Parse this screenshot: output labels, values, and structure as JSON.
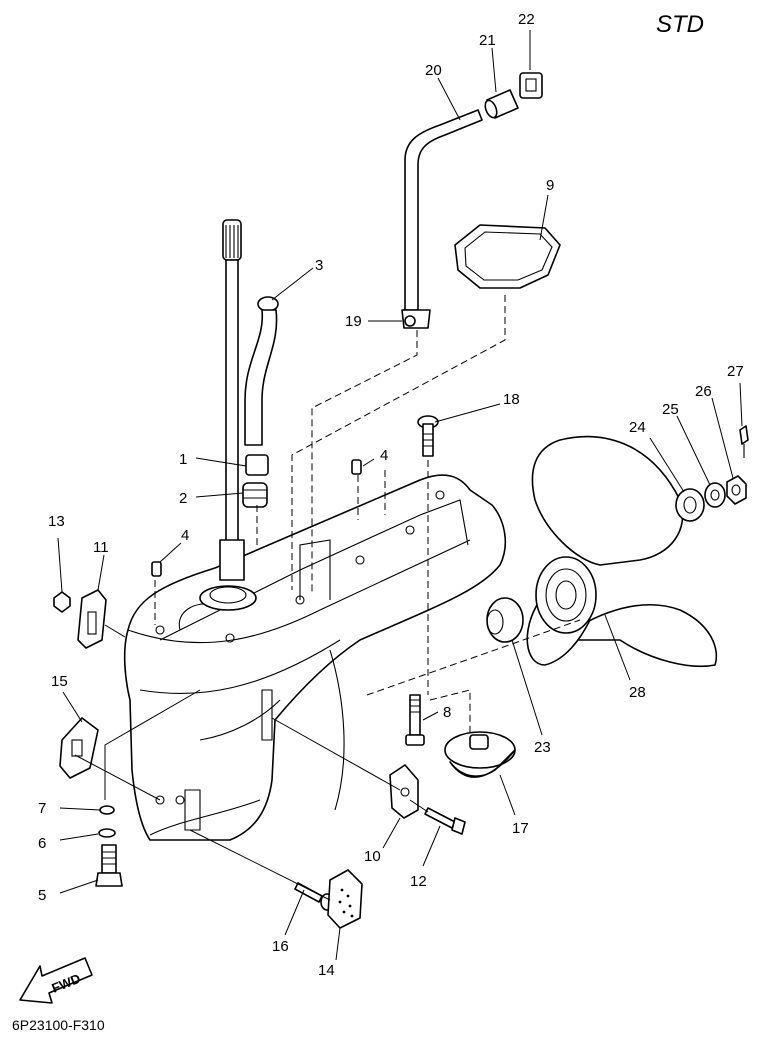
{
  "header": {
    "variant_label": "STD"
  },
  "footer": {
    "diagram_code": "6P23100-F310",
    "direction_label": "FWD"
  },
  "callouts": [
    "1",
    "2",
    "3",
    "4",
    "4",
    "5",
    "6",
    "7",
    "8",
    "9",
    "10",
    "11",
    "12",
    "13",
    "14",
    "15",
    "16",
    "17",
    "18",
    "19",
    "20",
    "21",
    "22",
    "23",
    "24",
    "25",
    "26",
    "27",
    "28"
  ]
}
